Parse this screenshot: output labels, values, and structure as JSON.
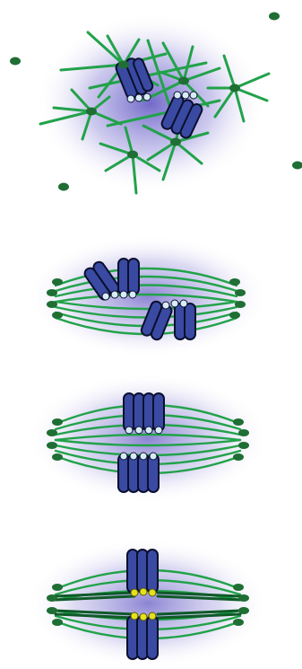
{
  "figure": {
    "panels": [
      {
        "stage": "prometaphase-early"
      },
      {
        "stage": "prometaphase-late"
      },
      {
        "stage": "metaphase"
      },
      {
        "stage": "metaphase-tension"
      }
    ]
  },
  "colors": {
    "background": "#ffffff",
    "cytoplasm_glow": "#6a5fc8",
    "microtubule": "#22a24a",
    "microtubule_dark": "#0f5a28",
    "centrosome": "#1f6e34",
    "chromosome_fill": "#3a4aa2",
    "chromosome_outline": "#0a0f2e",
    "kinetochore": "#d7ecf4",
    "kinetochore_tension": "#e6e21a"
  }
}
